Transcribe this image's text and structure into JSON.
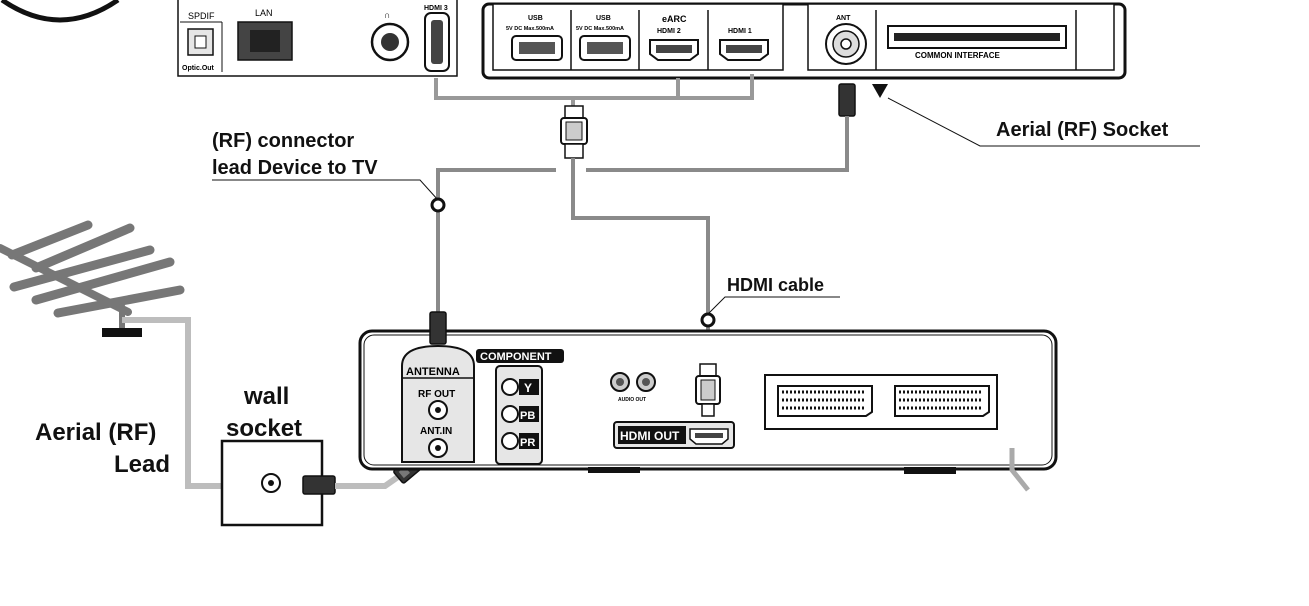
{
  "tv_panel_left": {
    "spdif": "SPDIF",
    "optic_out": "Optic.Out",
    "lan": "LAN",
    "hdmi3": "HDMI 3"
  },
  "tv_panel_right": {
    "usb1_title": "USB",
    "usb1_spec": "5V DC Max.500mA",
    "usb2_title": "USB",
    "usb2_spec": "5V DC Max.500mA",
    "earc": "eARC",
    "hdmi2": "HDMI 2",
    "hdmi1": "HDMI 1",
    "ant": "ANT",
    "common_interface": "COMMON INTERFACE"
  },
  "callouts": {
    "aerial_socket": "Aerial (RF) Socket",
    "rf_connector_line1": "(RF) connector",
    "rf_connector_line2": "lead Device to TV",
    "hdmi_cable": "HDMI cable",
    "wall_socket_line1": "wall",
    "wall_socket_line2": "socket",
    "aerial_lead_line1": "Aerial (RF)",
    "aerial_lead_line2": "Lead"
  },
  "device_panel": {
    "antenna": "ANTENNA",
    "rf_out": "RF OUT",
    "ant_in": "ANT.IN",
    "component": "COMPONENT",
    "y": "Y",
    "pb": "PB",
    "pr": "PR",
    "audio_out": "AUDIO OUT",
    "hdmi_out": "HDMI OUT"
  },
  "colors": {
    "cable_dark": "#8a8a8a",
    "cable_light": "#bdbdbd",
    "outline": "#111111"
  }
}
